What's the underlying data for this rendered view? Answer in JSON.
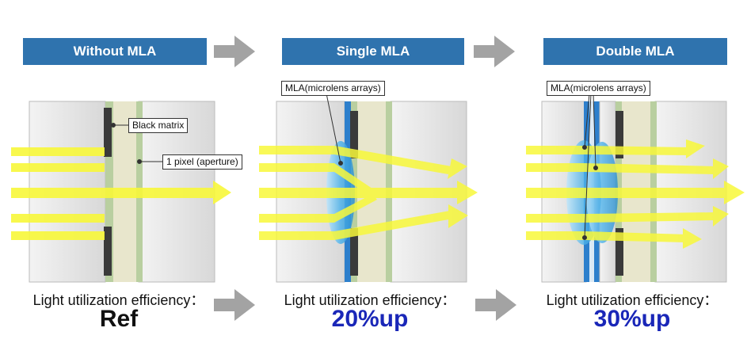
{
  "panels": [
    {
      "title": "Without MLA",
      "efficiency_label": "Light utilization efficiency：",
      "efficiency_value": "Ref"
    },
    {
      "title": "Single MLA",
      "efficiency_label": "Light utilization efficiency：",
      "efficiency_value": "20%up"
    },
    {
      "title": "Double MLA",
      "efficiency_label": "Light utilization efficiency：",
      "efficiency_value": "30%up"
    }
  ],
  "callouts": {
    "black_matrix": "Black matrix",
    "pixel": "1 pixel (aperture)",
    "mla_single": "MLA(microlens arrays)",
    "mla_double": "MLA(microlens arrays)"
  },
  "colors": {
    "banner": "#2f73ae",
    "arrow_gray": "#a3a3a3",
    "light": "#ffff3c",
    "ref_text": "#111111",
    "up_text": "#1a27b8",
    "lens": "#5bbcf0",
    "black_matrix": "#3a3a3a",
    "pixel_layer": "#d9dcb3"
  }
}
